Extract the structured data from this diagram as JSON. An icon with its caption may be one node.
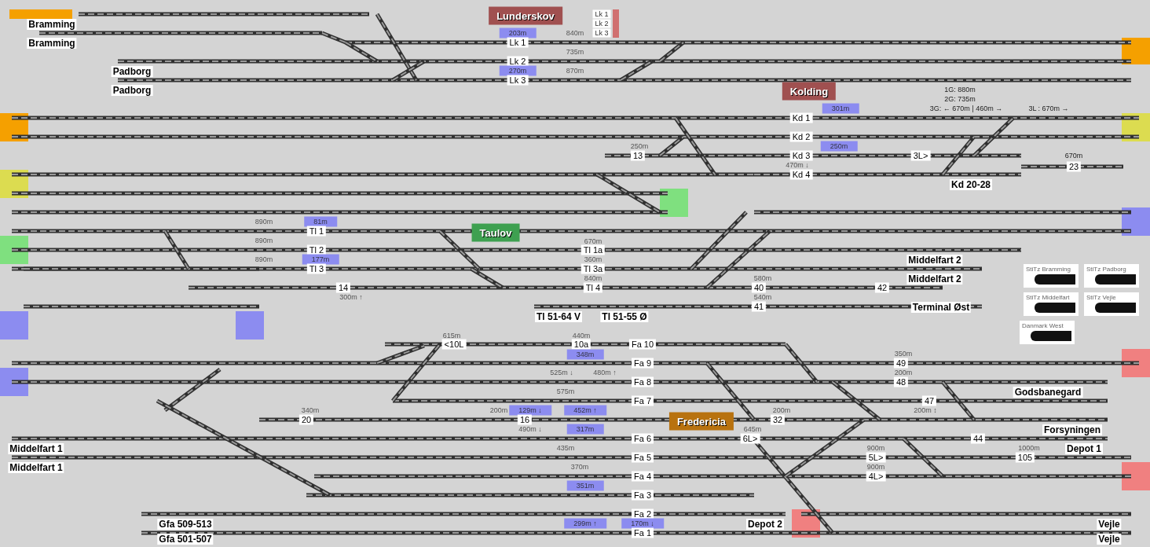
{
  "diagram": {
    "nodes": [
      {
        "text": [
          "Lunderskov"
        ]
      },
      {
        "text": [
          "Kolding"
        ]
      },
      {
        "text": [
          "Taulov"
        ]
      },
      {
        "text": [
          "Fredericia"
        ]
      },
      {
        "text": [
          "StiTz Bramming"
        ]
      },
      {
        "text": [
          "StiTz Padborg"
        ]
      },
      {
        "text": [
          "StiTz Middelfart"
        ]
      },
      {
        "text": [
          "StiTz Vejle"
        ]
      },
      {
        "text": [
          "Danmark West"
        ]
      }
    ],
    "labels": [
      "Bramming",
      "Bramming",
      "Padborg",
      "Padborg",
      "Lk 1",
      "Lk 2",
      "203m",
      "840m",
      "Lk 3",
      "Lk 1",
      "735m",
      "Lk 2",
      "270m",
      "870m",
      "Lk 3",
      "1G: 880m",
      "2G: 735m",
      "301m",
      "3G: ← 670m | 460m →",
      "3L : 670m →",
      "Kd 1",
      "Kd 2",
      "250m",
      "250m",
      "13",
      "Kd 3",
      "3L>",
      "670m",
      "470m ↓",
      "Kd 4",
      "23",
      "Kd 20-28",
      "890m",
      "81m",
      "Tl 1",
      "890m",
      "Tl 2",
      "890m",
      "177m",
      "Tl 3",
      "14",
      "300m ↑",
      "670m",
      "Tl 1a",
      "360m",
      "Tl 3a",
      "840m",
      "Tl 4",
      "580m",
      "40",
      "42",
      "540m",
      "41",
      "Middelfart 2",
      "Middelfart 2",
      "Terminal Øst",
      "Tl 51-64 V",
      "Tl 51-55 Ø",
      "615m",
      "440m",
      "<10L",
      "10a",
      "Fa 10",
      "348m",
      "Fa 9",
      "350m",
      "49",
      "525m ↓",
      "480m ↑",
      "Fa 8",
      "200m",
      "48",
      "575m",
      "Fa 7",
      "47",
      "340m",
      "200m",
      "129m ↓",
      "452m ↑",
      "200m",
      "200m ↕",
      "20",
      "16",
      "32",
      "490m ↓",
      "317m",
      "645m",
      "Fa 6",
      "6L>",
      "44",
      "435m",
      "900m",
      "1000m",
      "Fa 5",
      "5L>",
      "105",
      "370m",
      "900m",
      "Fa 4",
      "4L>",
      "351m",
      "Fa 3",
      "Fa 2",
      "299m ↑",
      "170m ↓",
      "Fa 1",
      "Middelfart 1",
      "Middelfart 1",
      "Gfa 509-513",
      "Gfa 501-507",
      "Depot 2",
      "Godsbanegard",
      "Forsyningen",
      "Depot 1",
      "Vejle",
      "Vejle"
    ]
  }
}
